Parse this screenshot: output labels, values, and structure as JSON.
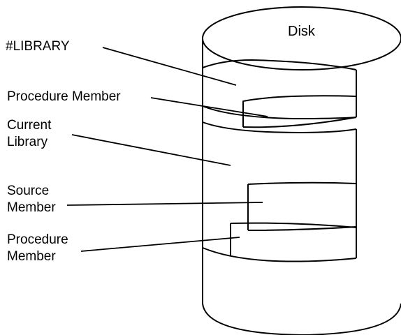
{
  "disk": {
    "title": "Disk"
  },
  "labels": {
    "library": "#LIBRARY",
    "procedure_member_top": "Procedure Member",
    "current_library_line1": "Current",
    "current_library_line2": "Library",
    "source_member_line1": "Source",
    "source_member_line2": "Member",
    "procedure_member_bottom_line1": "Procedure",
    "procedure_member_bottom_line2": "Member"
  },
  "colors": {
    "ink": "#000000",
    "paper": "#ffffff"
  }
}
